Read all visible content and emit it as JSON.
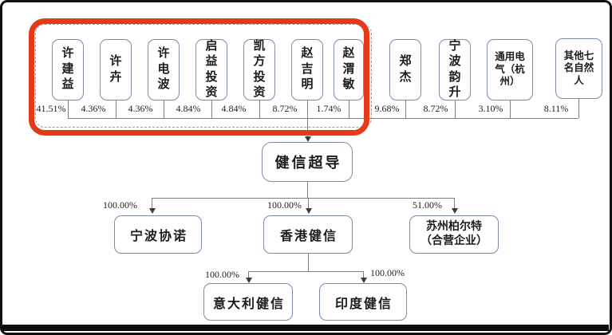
{
  "diagram": {
    "root": {
      "name": "健信超导"
    },
    "shareholders": [
      {
        "name": "许建益",
        "pct": "41.51%"
      },
      {
        "name": "许卉",
        "pct": "4.36%"
      },
      {
        "name": "许电波",
        "pct": "4.36%"
      },
      {
        "name": "启益投资",
        "pct": "4.84%"
      },
      {
        "name": "凯方投资",
        "pct": "4.84%"
      },
      {
        "name": "赵吉明",
        "pct": "8.72%"
      },
      {
        "name": "赵渭敏",
        "pct": "1.74%"
      },
      {
        "name": "郑杰",
        "pct": "9.68%"
      },
      {
        "name": "宁波韵升",
        "pct": "8.72%"
      },
      {
        "name": "通用电气（杭州）",
        "pct": "3.10%"
      },
      {
        "name": "其他七名自然人",
        "pct": "8.11%"
      }
    ],
    "subsidiaries": [
      {
        "name": "宁波协诺",
        "pct": "100.00%"
      },
      {
        "name": "香港健信",
        "pct": "100.00%"
      },
      {
        "name": "苏州柏尔特",
        "name_line2": "（合营企业）",
        "pct": "51.00%"
      }
    ],
    "hk_subsidiaries": [
      {
        "name": "意大利健信",
        "pct": "100.00%"
      },
      {
        "name": "印度健信",
        "pct": "100.00%"
      }
    ]
  }
}
